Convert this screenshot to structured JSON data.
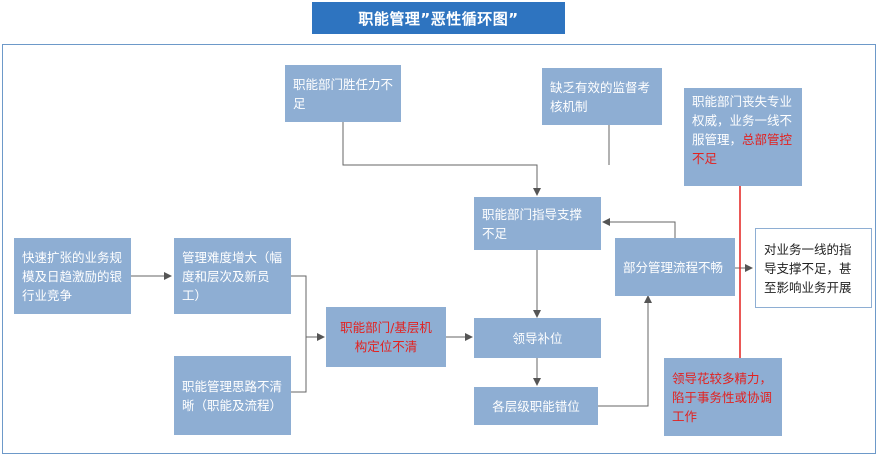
{
  "title": "职能管理”恶性循环图”",
  "colors": {
    "title_bg": "#2e74c0",
    "box_fill": "#8eaed3",
    "arrow": "#555555",
    "accent_red": "#e3211f"
  },
  "nodes": {
    "rapid_growth": "快速扩张的业务规模及日趋激励的银行业竞争",
    "difficulty_increase": "管理难度增大（幅度和层次及新员工）",
    "unclear_thinking": "职能管理思路不清晰（职能及流程）",
    "positioning_unclear": "职能部门/基层机构定位不清",
    "insufficient_competence": "职能部门胜任力不足",
    "lack_mechanism": "缺乏有效的监督考核机制",
    "insufficient_support": "职能部门指导支撑不足",
    "leadership_fill_in": "领导补位",
    "level_misplacement": "各层级职能错位",
    "process_issue": "部分管理流程不畅",
    "business_impact": "对业务一线的指导支撑不足，甚至影响业务开展",
    "lost_authority_a": "职能部门丧失专业权威，业务一线不服管理，",
    "lost_authority_b": "总部管控不足",
    "leaders_energy": "领导花较多精力，陷于事务性或协调工作"
  }
}
